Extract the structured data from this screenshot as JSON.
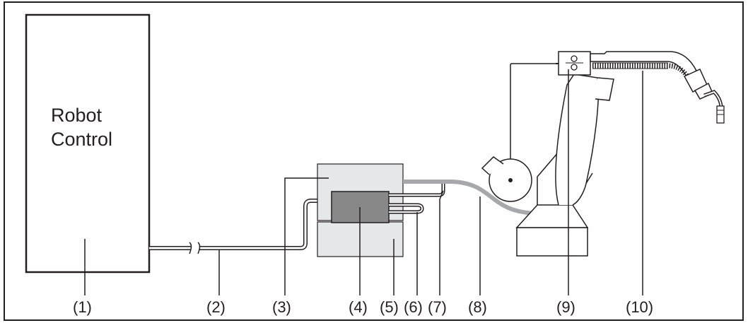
{
  "robot_control": {
    "line1": "Robot",
    "line2": "Control"
  },
  "callouts": [
    "(1)",
    "(2)",
    "(3)",
    "(4)",
    "(5)",
    "(6)",
    "(7)",
    "(8)",
    "(9)",
    "(10)"
  ],
  "colors": {
    "ink": "#231f20",
    "hose": "#a6a8ab",
    "panel": "#e6e7e8",
    "unit": "#888888",
    "wire": "#ffffff"
  }
}
